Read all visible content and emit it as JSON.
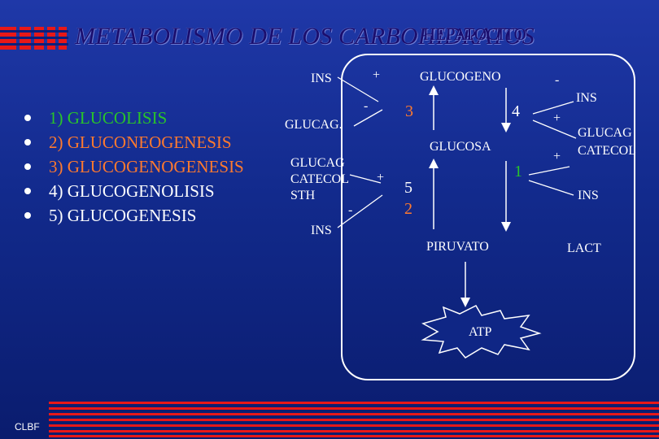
{
  "header": {
    "title": "METABOLISMO DE LOS CARBOHIDRATOS",
    "subtitle": "HEPATOCITO"
  },
  "bullets": [
    {
      "text": "1) GLUCOLISIS",
      "color": "#29c429"
    },
    {
      "text": "2) GLUCONEOGENESIS",
      "color": "#ff7a2e"
    },
    {
      "text": "3) GLUCOGENOGENESIS",
      "color": "#ff7a2e"
    },
    {
      "text": "4) GLUCOGENOLISIS",
      "color": "#ffffff"
    },
    {
      "text": "5) GLUCOGENESIS",
      "color": "#ffffff"
    }
  ],
  "diagram": {
    "nodes": {
      "glucogeno": "GLUCOGENO",
      "glucosa": "GLUCOSA",
      "piruvato": "PIRUVATO",
      "atp": "ATP",
      "lact": "LACT"
    },
    "left_regulators": {
      "ins_top": "INS",
      "plus_top": "+",
      "glucag": "GLUCAG.",
      "minus_top": "-",
      "glucag_block": [
        "GLUCAG",
        "CATECOL",
        "STH"
      ],
      "plus_mid": "+",
      "minus_mid": "-",
      "ins_bottom": "INS"
    },
    "right_regulators": {
      "minus": "-",
      "ins_top": "INS",
      "plus_top": "+",
      "glucag_block": [
        "GLUCAG",
        "CATECOL"
      ],
      "plus_mid": "+",
      "ins_mid": "INS"
    },
    "pathway_numbers": {
      "n3": "3",
      "n4": "4",
      "n5": "5",
      "n2": "2",
      "n1": "1"
    },
    "colors": {
      "green": "#29c429",
      "orange": "#ff7a2e",
      "white": "#ffffff"
    }
  },
  "footer": {
    "corner": "CLBF"
  }
}
